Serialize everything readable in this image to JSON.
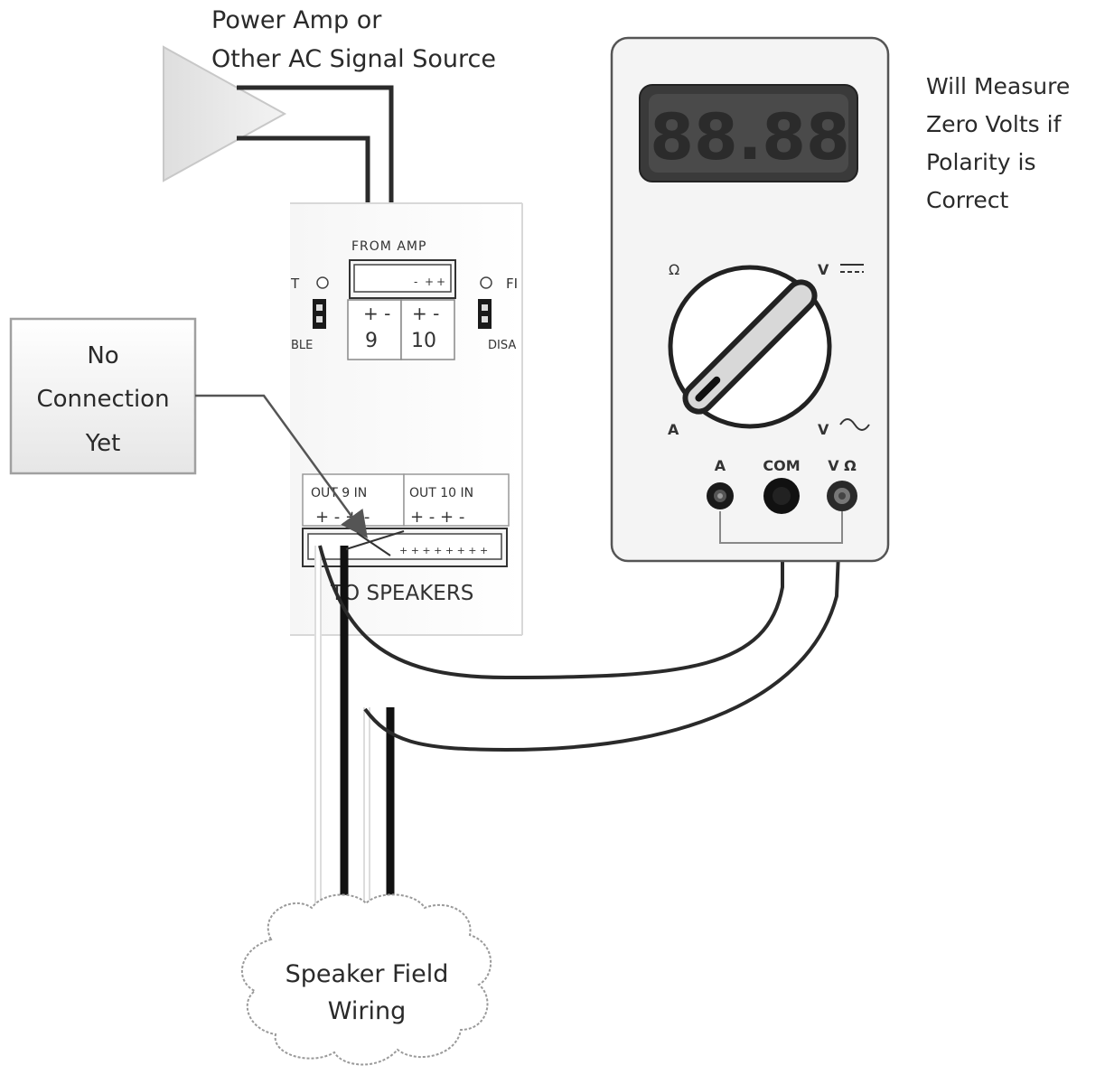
{
  "source": {
    "line1": "Power Amp or",
    "line2": "Other AC Signal Source"
  },
  "panel": {
    "from_amp": "FROM AMP",
    "left_clip": "T",
    "left_clip2": "BLE",
    "right_clip": "FI",
    "right_clip2": "DISA",
    "terminals_top": [
      {
        "sign": "+ -",
        "number": "9"
      },
      {
        "sign": "+ -",
        "number": "10"
      }
    ],
    "terminals_bottom": [
      {
        "header": "OUT  9  IN",
        "signs": "+  -  +  -"
      },
      {
        "header": "OUT 10 IN",
        "signs": "+  -  +  -"
      }
    ],
    "to_speakers": "TO SPEAKERS"
  },
  "callout": {
    "line1": "No",
    "line2": "Connection",
    "line3": "Yet"
  },
  "meter": {
    "display": "88.88",
    "ohm": "Ω",
    "v_dc": "V",
    "amp": "A",
    "v_ac": "V",
    "jack_a": "A",
    "jack_com": "COM",
    "jack_vo": "V Ω"
  },
  "note": {
    "line1": "Will Measure",
    "line2": "Zero Volts if",
    "line3": "Polarity is",
    "line4": "Correct"
  },
  "cloud": {
    "line1": "Speaker Field",
    "line2": "Wiring"
  },
  "colors": {
    "wire_black": "#111111",
    "wire_gray": "#444444",
    "meter_body": "#f4f4f4",
    "display_bg": "#3a3a3a"
  }
}
